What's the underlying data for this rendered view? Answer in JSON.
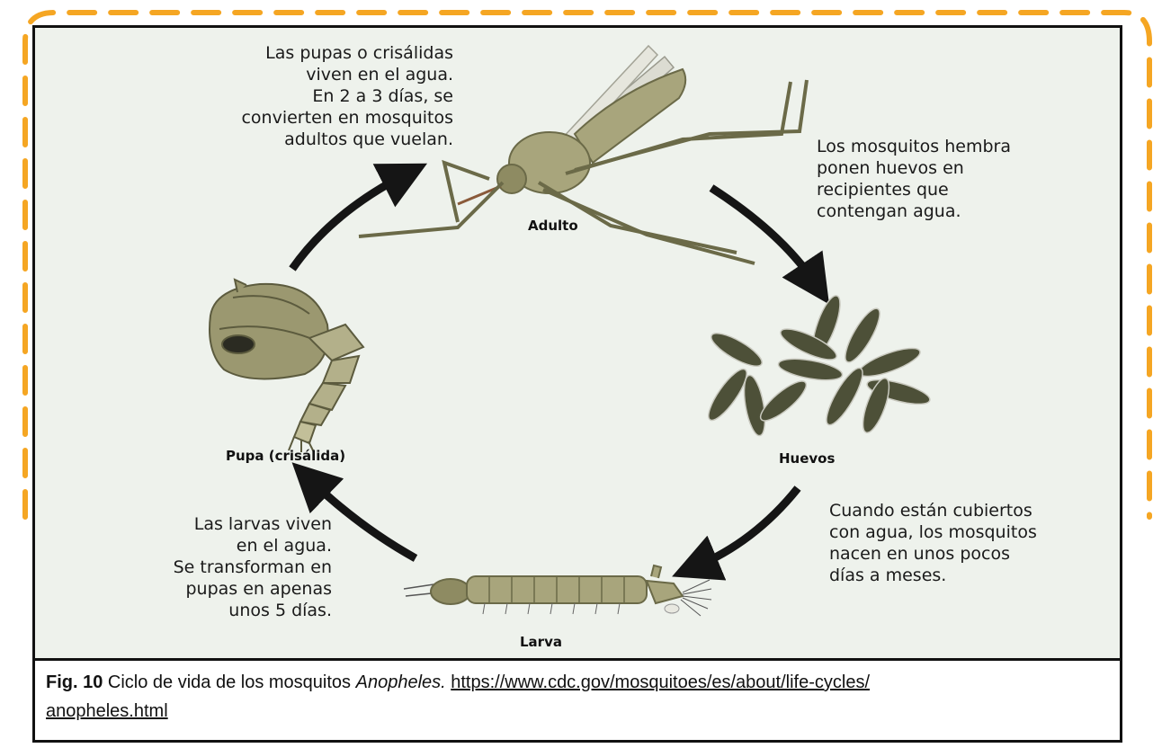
{
  "frame": {
    "dash_color": "#f5a623",
    "panel_bg": "#eef2ec",
    "arrow_color": "#151515"
  },
  "notes": {
    "pupa_note": "Las pupas o crisálidas\nviven en el agua.\nEn 2 a 3 días, se\nconvierten en mosquitos\nadultos que vuelan.",
    "adult_note": "Los mosquitos hembra\nponen huevos en\nrecipientes que\ncontengan agua.",
    "eggs_note": "Cuando están cubiertos\ncon agua, los mosquitos\nnacen en unos pocos\ndías a meses.",
    "larva_note": "Las larvas viven\nen el agua.\nSe transforman en\npupas en apenas\nunos 5 días."
  },
  "stages": {
    "adult": "Adulto",
    "eggs": "Huevos",
    "larva": "Larva",
    "pupa": "Pupa (crisálida)"
  },
  "caption": {
    "fig_label": "Fig. 10",
    "text": " Ciclo de vida de los mosquitos ",
    "species": "Anopheles.",
    "link": "https://www.cdc.gov/mosquitoes/es/about/life-cycles/anopheles.html",
    "link_line1": "https://www.cdc.gov/mosquitoes/es/about/life-cycles/",
    "link_line2": "anopheles.html"
  }
}
